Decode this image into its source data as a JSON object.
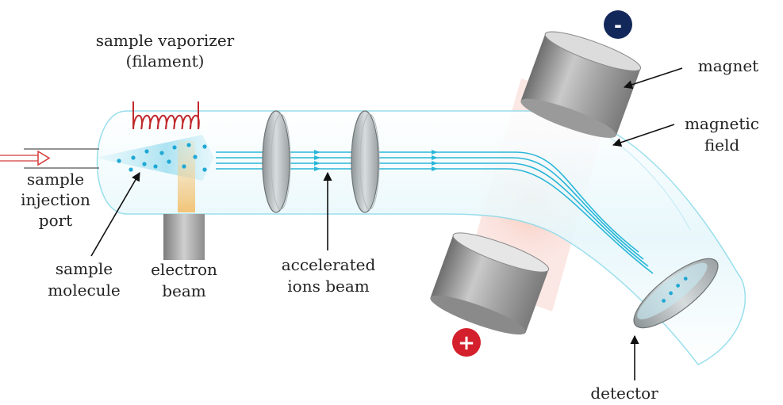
{
  "labels": {
    "vaporizer_line1": "sample vaporizer",
    "vaporizer_line2": "(filament)",
    "injection_line1": "sample",
    "injection_line2": "injection",
    "injection_line3": "port",
    "molecule_line1": "sample",
    "molecule_line2": "molecule",
    "electron_line1": "electron",
    "electron_line2": "beam",
    "ions_line1": "accelerated",
    "ions_line2": "ions beam",
    "magnet": "magnet",
    "field_line1": "magnetic",
    "field_line2": "field",
    "detector": "detector"
  },
  "symbols": {
    "negative": "-",
    "positive": "+"
  },
  "colors": {
    "tube_stroke": "#8fdcea",
    "beam": "#29b6d8",
    "filament": "#c0282c",
    "negative_badge": "#13285a",
    "positive_badge": "#d4202c",
    "magnet": "#9a9a9a"
  }
}
